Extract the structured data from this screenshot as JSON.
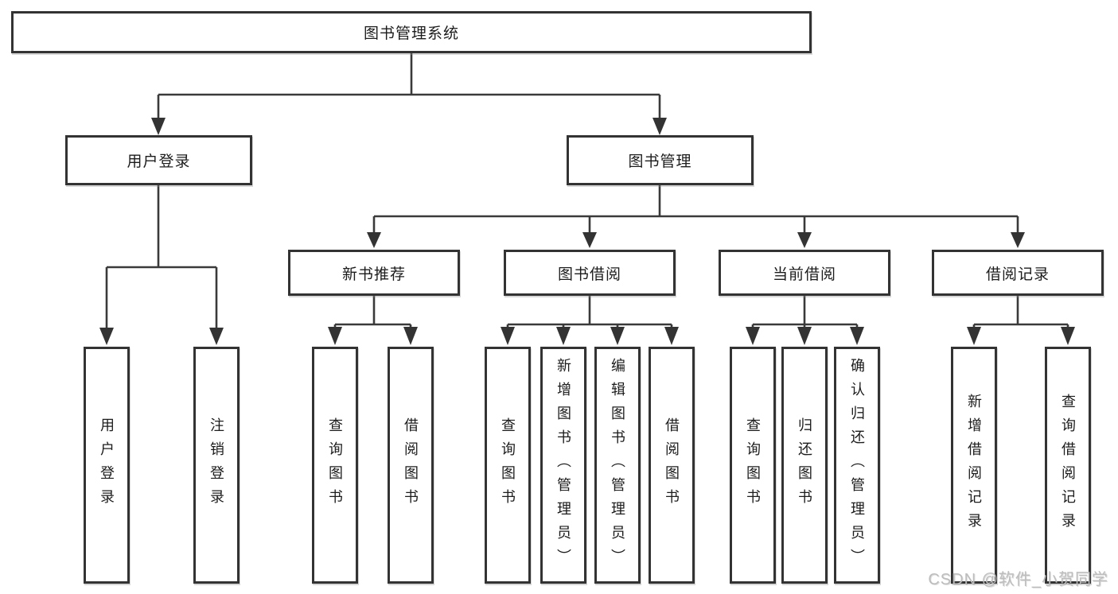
{
  "diagram": {
    "root": {
      "label": "图书管理系统"
    },
    "branches": [
      {
        "label": "用户登录",
        "children": [
          {
            "label": "用户登录"
          },
          {
            "label": "注销登录"
          }
        ]
      },
      {
        "label": "图书管理",
        "children": [
          {
            "label": "新书推荐",
            "children": [
              {
                "label": "查询图书"
              },
              {
                "label": "借阅图书"
              }
            ]
          },
          {
            "label": "图书借阅",
            "children": [
              {
                "label": "查询图书"
              },
              {
                "label": "新增图书（管理员）"
              },
              {
                "label": "编辑图书（管理员）"
              },
              {
                "label": "借阅图书"
              }
            ]
          },
          {
            "label": "当前借阅",
            "children": [
              {
                "label": "查询图书"
              },
              {
                "label": "归还图书"
              },
              {
                "label": "确认归还（管理员）"
              }
            ]
          },
          {
            "label": "借阅记录",
            "children": [
              {
                "label": "新增借阅记录"
              },
              {
                "label": "查询借阅记录"
              }
            ]
          }
        ]
      }
    ]
  },
  "watermark": {
    "text": "CSDN @软件_小贺同学"
  },
  "colors": {
    "line": "#3a3a3a",
    "box_border": "#333333",
    "text": "#1c1c1c",
    "watermark": "#bdbdbd",
    "background": "#ffffff"
  }
}
